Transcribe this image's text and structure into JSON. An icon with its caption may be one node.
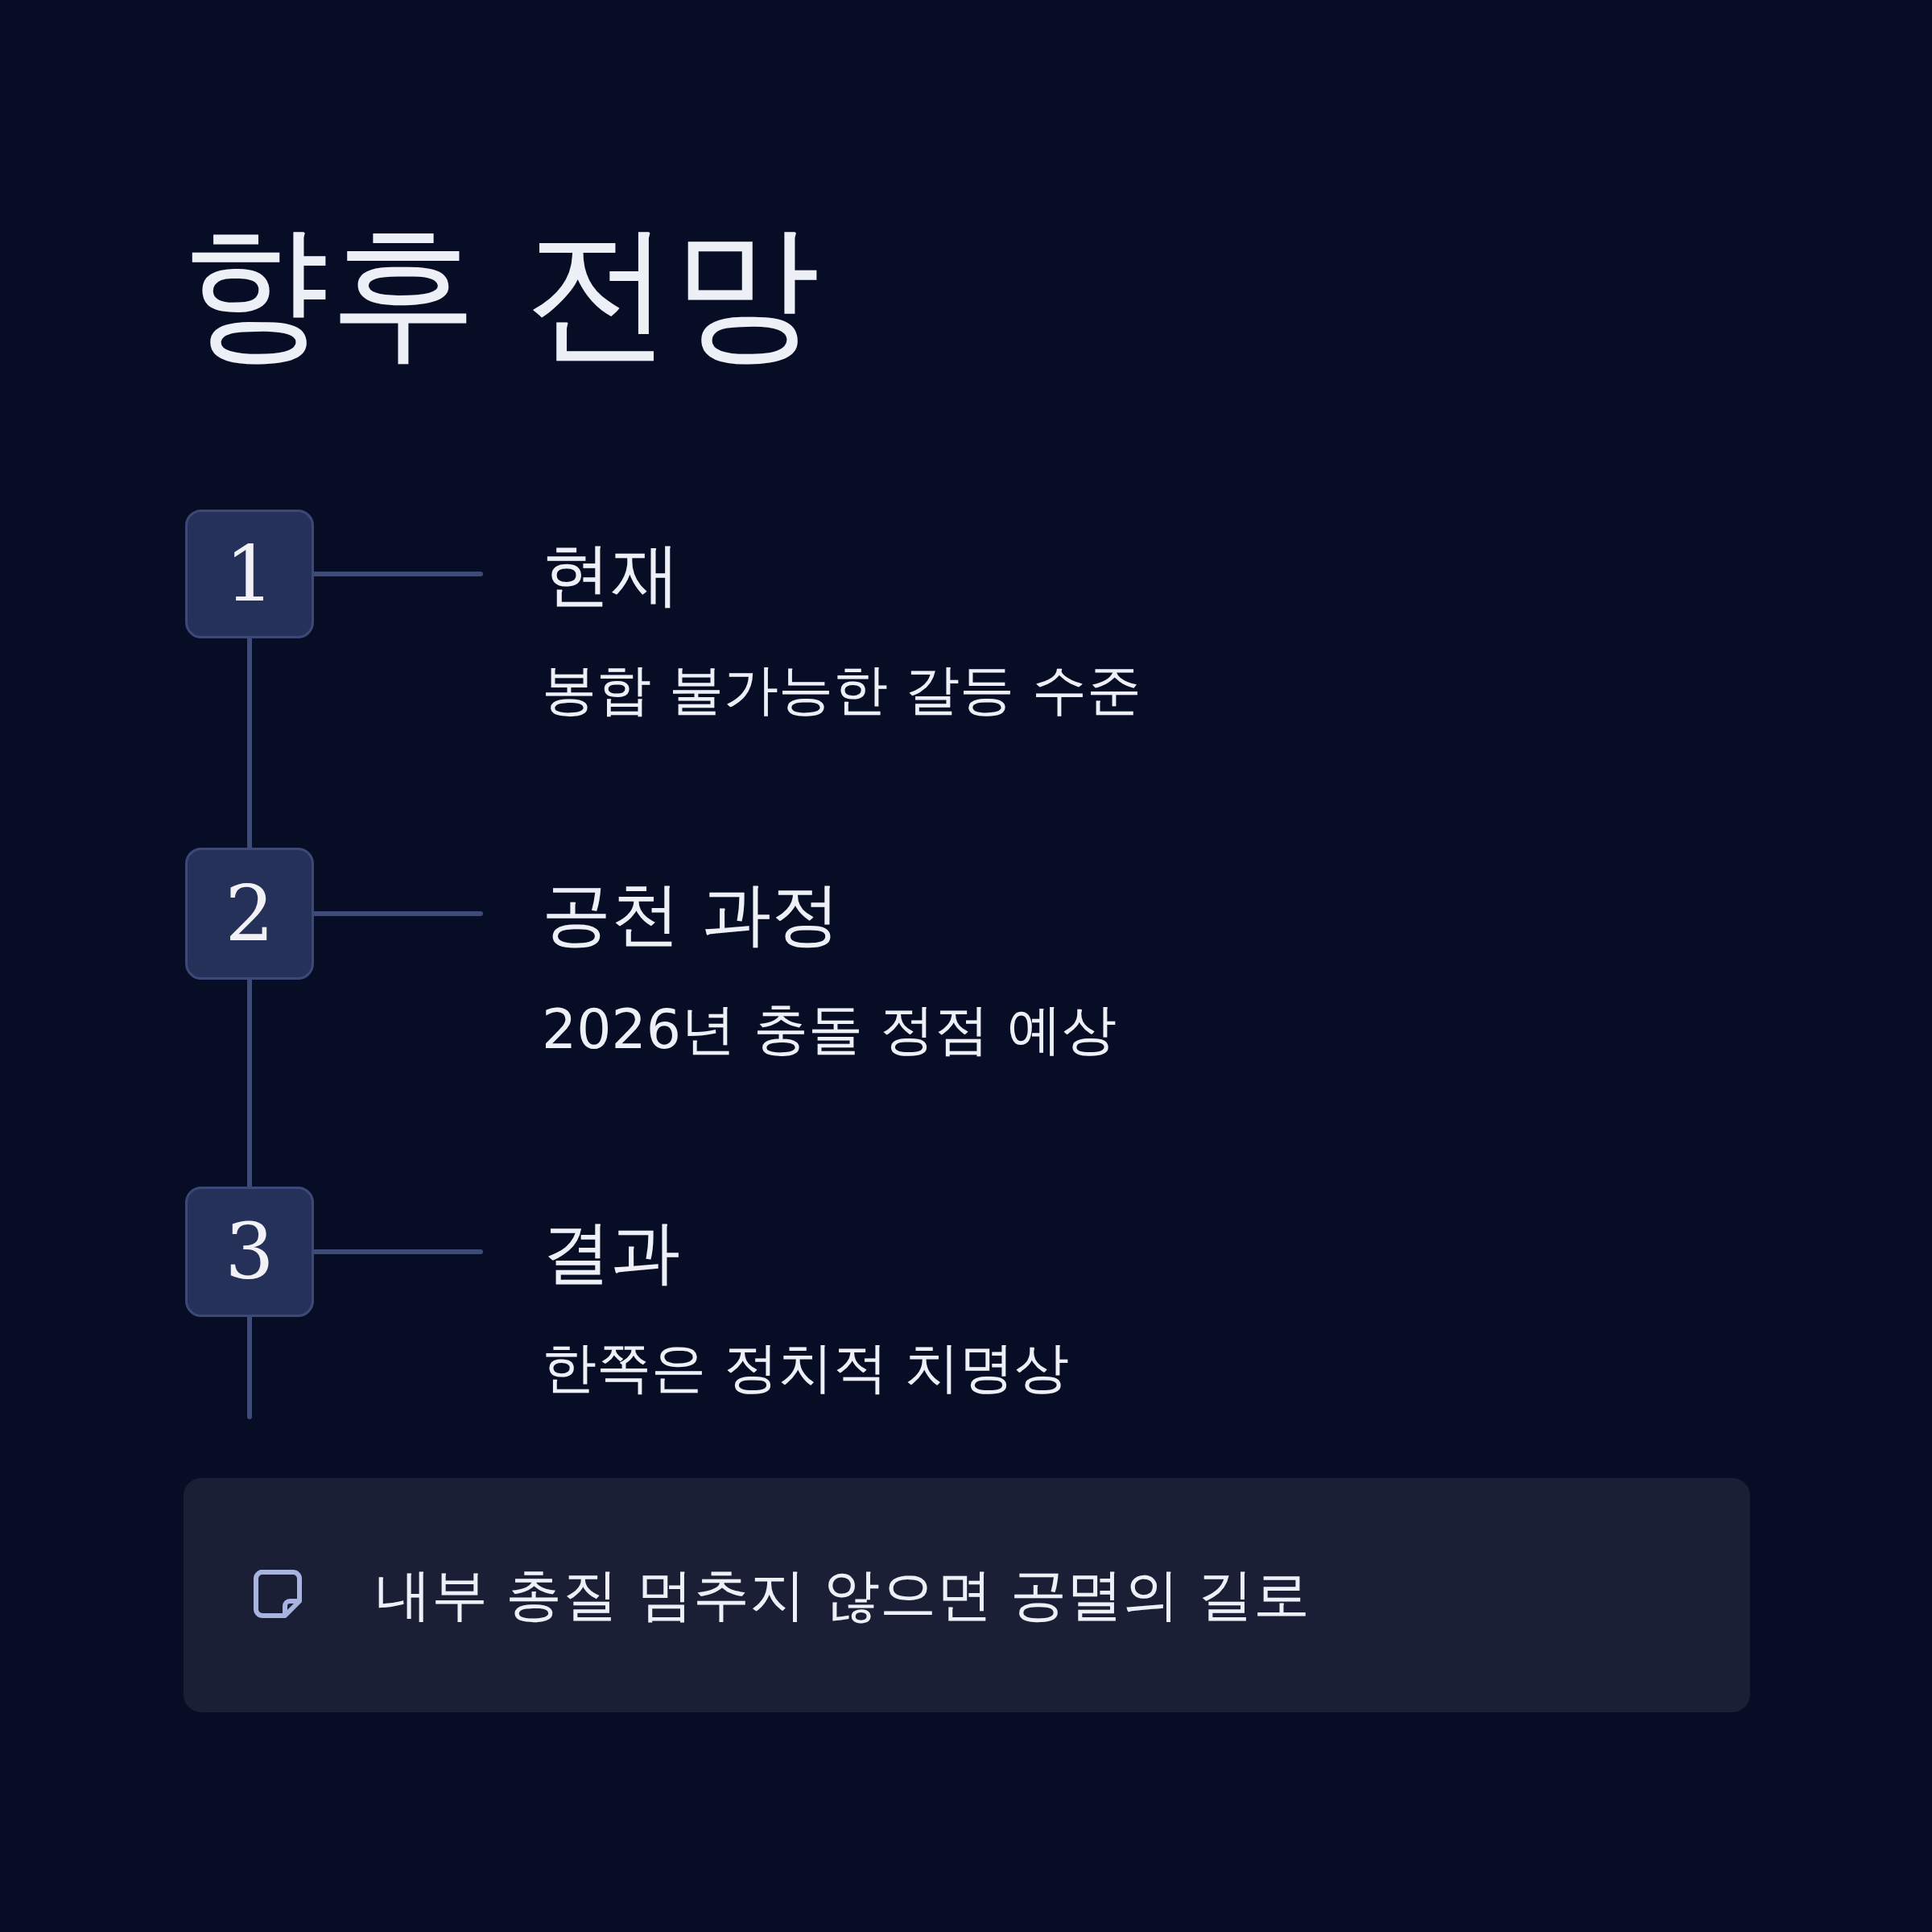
{
  "diagram": {
    "title": "향후 전망",
    "nodes": [
      {
        "text": [
          "1"
        ]
      },
      {
        "text": [
          "현재",
          "봉합 불가능한 갈등 수준"
        ]
      },
      {
        "text": [
          "2"
        ]
      },
      {
        "text": [
          "공천 과정",
          "2026년 충돌 정점 예상"
        ]
      },
      {
        "text": [
          "3"
        ]
      },
      {
        "text": [
          "결과",
          "한쪽은 정치적 치명상"
        ]
      },
      {
        "text": [
          "내부 총질 멈추지 않으면 공멸의 길로"
        ]
      }
    ],
    "edges": [
      {
        "from": 0,
        "to": 1,
        "arrow": "none"
      },
      {
        "from": 0,
        "to": 2,
        "arrow": "none"
      },
      {
        "from": 2,
        "to": 3,
        "arrow": "none"
      },
      {
        "from": 2,
        "to": 4,
        "arrow": "none"
      },
      {
        "from": 4,
        "to": 5,
        "arrow": "none"
      },
      {
        "from": 4,
        "to": null,
        "arrow": "none"
      }
    ]
  }
}
